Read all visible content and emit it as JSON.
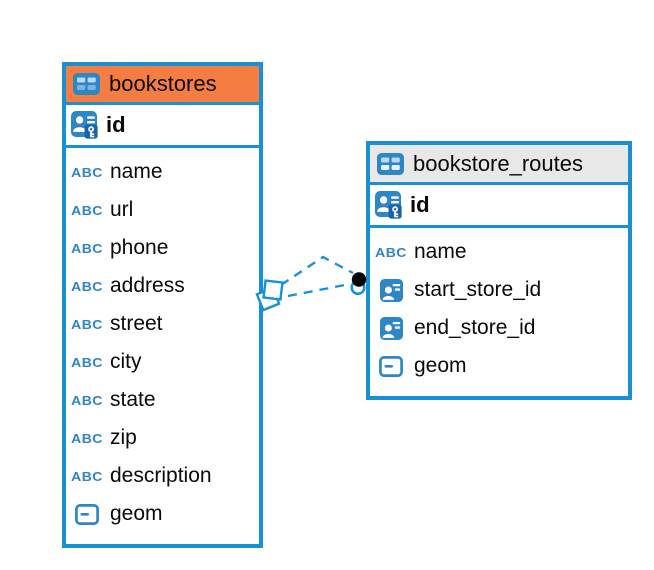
{
  "colors": {
    "accent_blue": "#1a90d4",
    "icon_blue": "#2e86c6",
    "icon_blue_dark": "#1565a8",
    "text": "#0a0a0a",
    "canvas_background": "#ffffff"
  },
  "type_labels": {
    "text": "ABC"
  },
  "diagram": {
    "tables": [
      {
        "name": "bookstores",
        "header_color": "#f57d41",
        "primary_key": "id",
        "columns": [
          {
            "name": "name",
            "type": "text"
          },
          {
            "name": "url",
            "type": "text"
          },
          {
            "name": "phone",
            "type": "text"
          },
          {
            "name": "address",
            "type": "text"
          },
          {
            "name": "street",
            "type": "text"
          },
          {
            "name": "city",
            "type": "text"
          },
          {
            "name": "state",
            "type": "text"
          },
          {
            "name": "zip",
            "type": "text"
          },
          {
            "name": "description",
            "type": "text"
          },
          {
            "name": "geom",
            "type": "geometry"
          }
        ]
      },
      {
        "name": "bookstore_routes",
        "header_color": "#e8e8e8",
        "primary_key": "id",
        "columns": [
          {
            "name": "name",
            "type": "text"
          },
          {
            "name": "start_store_id",
            "type": "reference"
          },
          {
            "name": "end_store_id",
            "type": "reference"
          },
          {
            "name": "geom",
            "type": "geometry"
          }
        ]
      }
    ],
    "relationships": [
      {
        "style": "dashed",
        "left_marker": "many-diamond",
        "right_marker": "dot"
      },
      {
        "style": "dashed",
        "left_marker": "many-diamond",
        "right_marker": "dot"
      }
    ]
  }
}
